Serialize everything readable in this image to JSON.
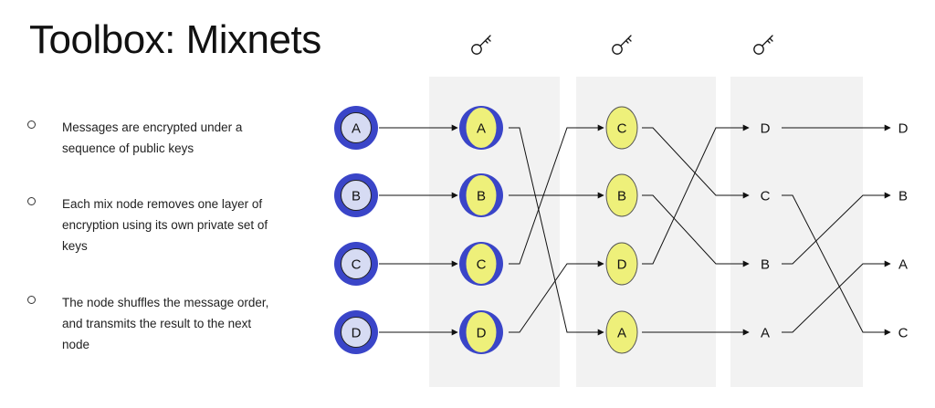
{
  "title": "Toolbox: Mixnets",
  "bullets": [
    "Messages are encrypted under a sequence of public keys",
    "Each mix node removes one layer of encryption using its own private set of keys",
    "The node shuffles the message order, and transmits the result to the next node"
  ],
  "colors": {
    "panel": "#f2f2f2",
    "outer_ring": "#3a45c8",
    "inner_fill_input": "#d6dbf3",
    "inner_fill_layered": "#eef07a",
    "inner_fill_plain": "#eef07a",
    "line": "#111111"
  },
  "icons": [
    "key-icon",
    "key-icon",
    "key-icon"
  ],
  "columns": {
    "input": [
      "A",
      "B",
      "C",
      "D"
    ],
    "mix1": [
      "A",
      "B",
      "C",
      "D"
    ],
    "mix2": [
      "C",
      "B",
      "D",
      "A"
    ],
    "mix3": [
      "D",
      "C",
      "B",
      "A"
    ],
    "output": [
      "D",
      "B",
      "A",
      "C"
    ]
  }
}
